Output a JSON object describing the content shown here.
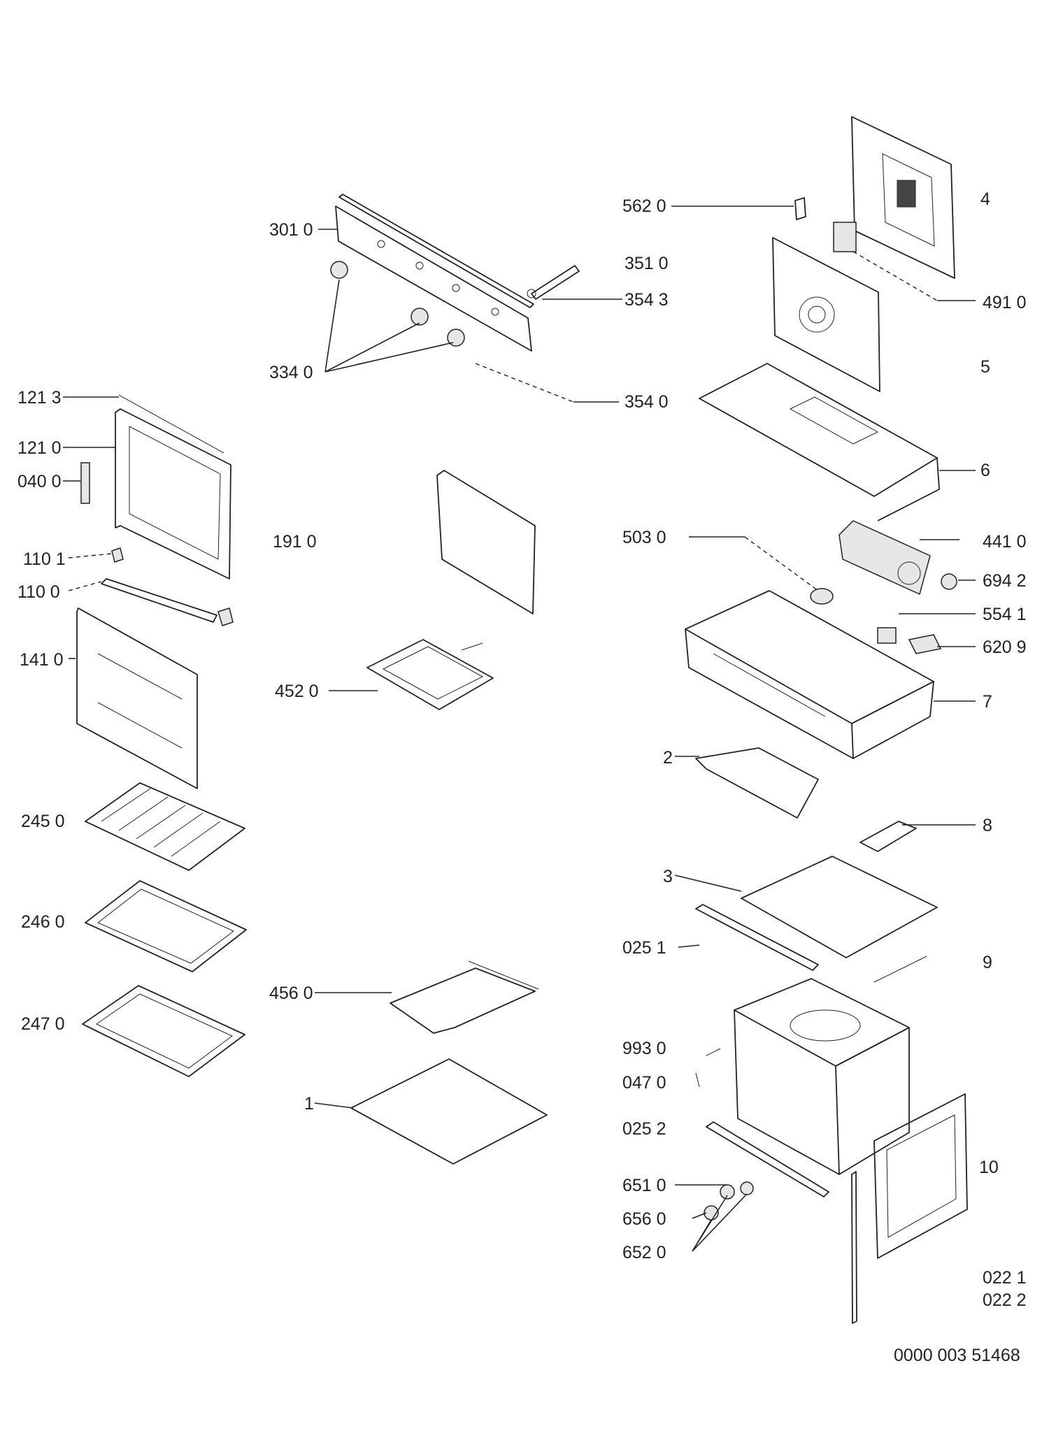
{
  "labels": {
    "l301_0": "301 0",
    "l334_0": "334 0",
    "l351_0": "351 0",
    "l354_3": "354 3",
    "l354_0": "354 0",
    "l562_0": "562 0",
    "l4": "4",
    "l491_0": "491 0",
    "l5": "5",
    "l6": "6",
    "l121_3": "121 3",
    "l121_0": "121 0",
    "l040_0": "040 0",
    "l191_0": "191 0",
    "l110_1": "110 1",
    "l110_0": "110 0",
    "l141_0": "141 0",
    "l503_0": "503 0",
    "l441_0": "441 0",
    "l694_2": "694 2",
    "l554_1": "554 1",
    "l620_9": "620 9",
    "l452_0": "452 0",
    "l7": "7",
    "l2": "2",
    "l245_0": "245 0",
    "l8": "8",
    "l3": "3",
    "l246_0": "246 0",
    "l025_1": "025 1",
    "l9": "9",
    "l456_0": "456 0",
    "l247_0": "247 0",
    "l993_0": "993 0",
    "l047_0": "047 0",
    "l1": "1",
    "l025_2": "025 2",
    "l10": "10",
    "l651_0": "651 0",
    "l656_0": "656 0",
    "l652_0": "652 0",
    "l022_1": "022 1",
    "l022_2": "022 2",
    "doc_number": "0000 003 51468"
  }
}
